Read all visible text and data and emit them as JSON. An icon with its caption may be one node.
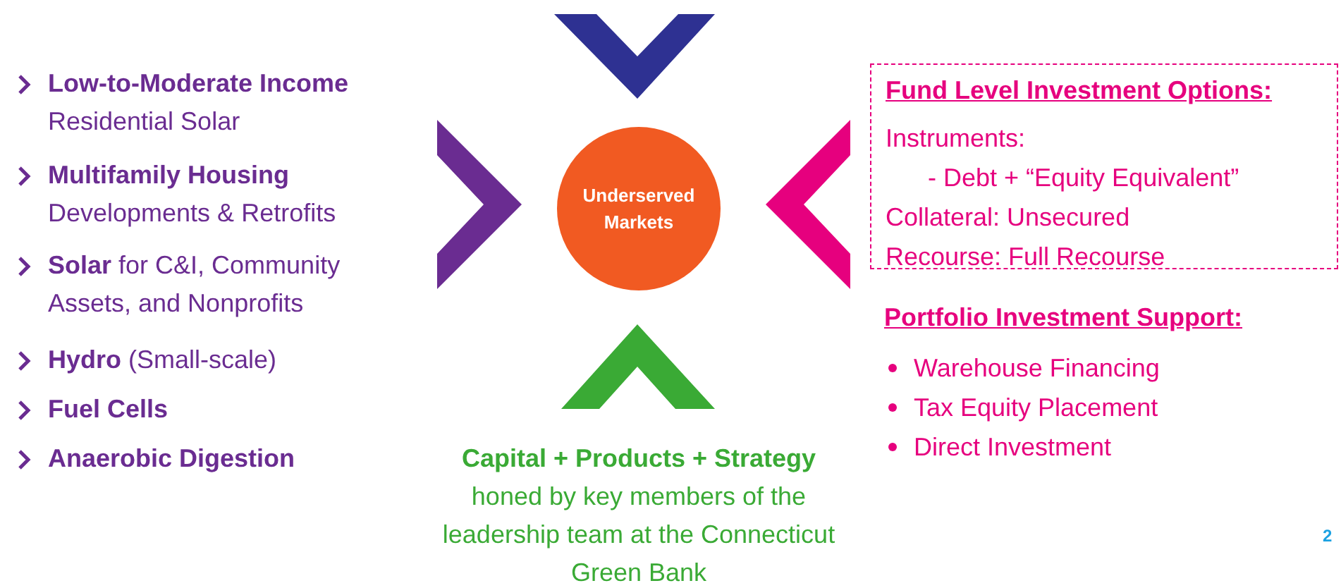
{
  "diagram": {
    "nodes": [
      {
        "text": [
          "Underserved Markets"
        ]
      },
      {
        "text": [
          "Fund Level Investment Options:",
          "Instruments:",
          "- Debt + “Equity Equivalent”",
          "Collateral: Unsecured",
          "Recourse: Full Recourse"
        ]
      }
    ],
    "labels": [
      "**Low-to-Moderate Income** Residential Solar",
      "**Multifamily Housing** Developments & Retrofits",
      "**Solar** for C&I, Community Assets, and Nonprofits",
      "**Hydro** (Small-scale)",
      "**Fuel Cells**",
      "**Anaerobic Digestion**",
      "Capital + Products + Strategy",
      "honed by key members of the leadership team at the Connecticut Green Bank",
      "Portfolio Investment Support:",
      "Warehouse Financing",
      "Tax Equity Placement",
      "Direct Investment",
      "2"
    ]
  }
}
